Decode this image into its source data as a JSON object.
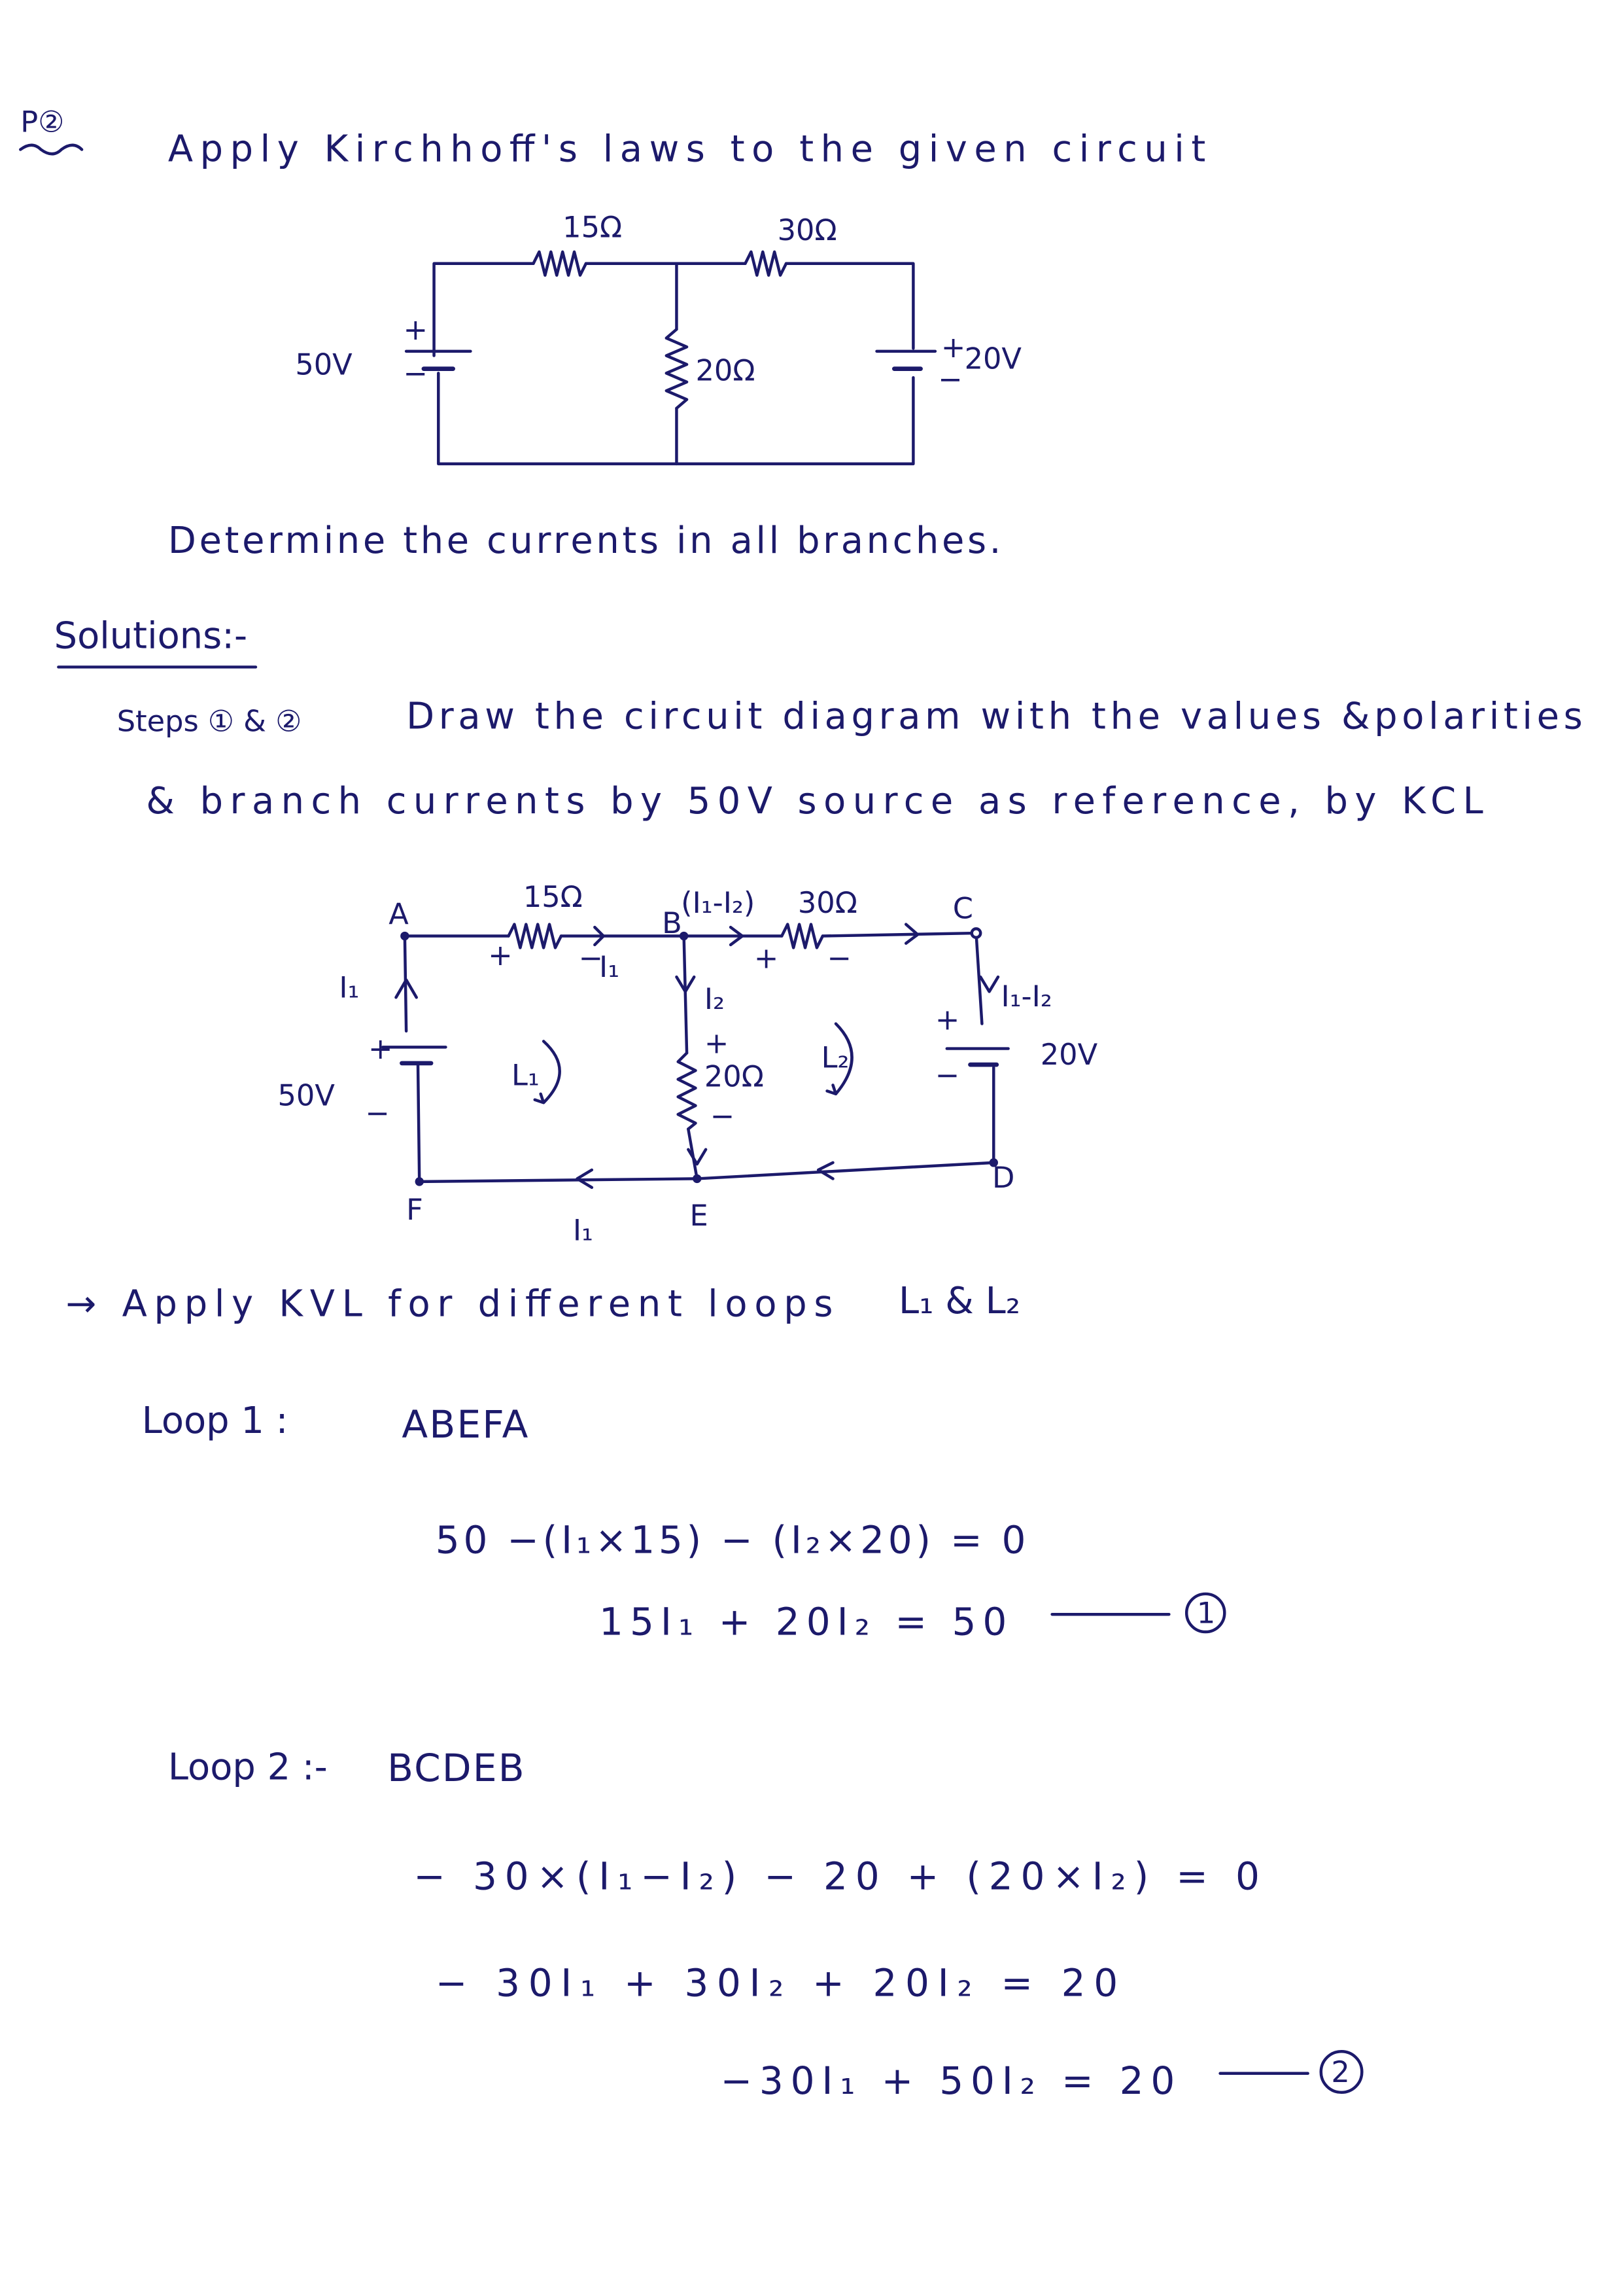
{
  "problem_number": "P②",
  "title": "Apply Kirchhoff's laws to the given circuit",
  "circuit1": {
    "r1": "15Ω",
    "r2": "30Ω",
    "r3": "20Ω",
    "source_left": "50V",
    "source_right": "20V",
    "plus": "+",
    "minus": "−"
  },
  "question": "Determine the currents in all branches.",
  "solution_heading": "Solutions:-",
  "steps_line1_prefix": "Steps ① & ②",
  "steps_line1": "Draw the circuit diagram with the values &polarities",
  "steps_line2": "& branch currents by 50V source as reference, by KCL",
  "circuit2": {
    "nodes": {
      "a": "A",
      "b": "B",
      "c": "C",
      "d": "D",
      "e": "E",
      "f": "F"
    },
    "r1": "15Ω",
    "r2": "30Ω",
    "r3": "20Ω",
    "source_left": "50V",
    "source_right": "20V",
    "i1": "I₁",
    "i2": "I₂",
    "i1_minus_i2": "I₁-I₂",
    "i1_minus_i2_paren": "(I₁-I₂)",
    "loop1": "L₁",
    "loop2": "L₂",
    "plus": "+",
    "minus": "−"
  },
  "kvl_intro": "→ Apply KVL for different loops",
  "kvl_loops": "L₁ & L₂",
  "loop1": {
    "label": "Loop 1 :",
    "path": "ABEFA",
    "eq1": "50 −(I₁×15) − (I₂×20)  = 0",
    "eq2": "15I₁ + 20I₂ = 50",
    "eq_number": "1"
  },
  "loop2": {
    "label": "Loop 2 :-",
    "path": "BCDEB",
    "eq1": "− 30×(I₁−I₂) − 20 + (20×I₂) = 0",
    "eq2": "− 30I₁ + 30I₂ + 20I₂ = 20",
    "eq3": "−30I₁ + 50I₂ = 20",
    "eq_number": "2"
  }
}
